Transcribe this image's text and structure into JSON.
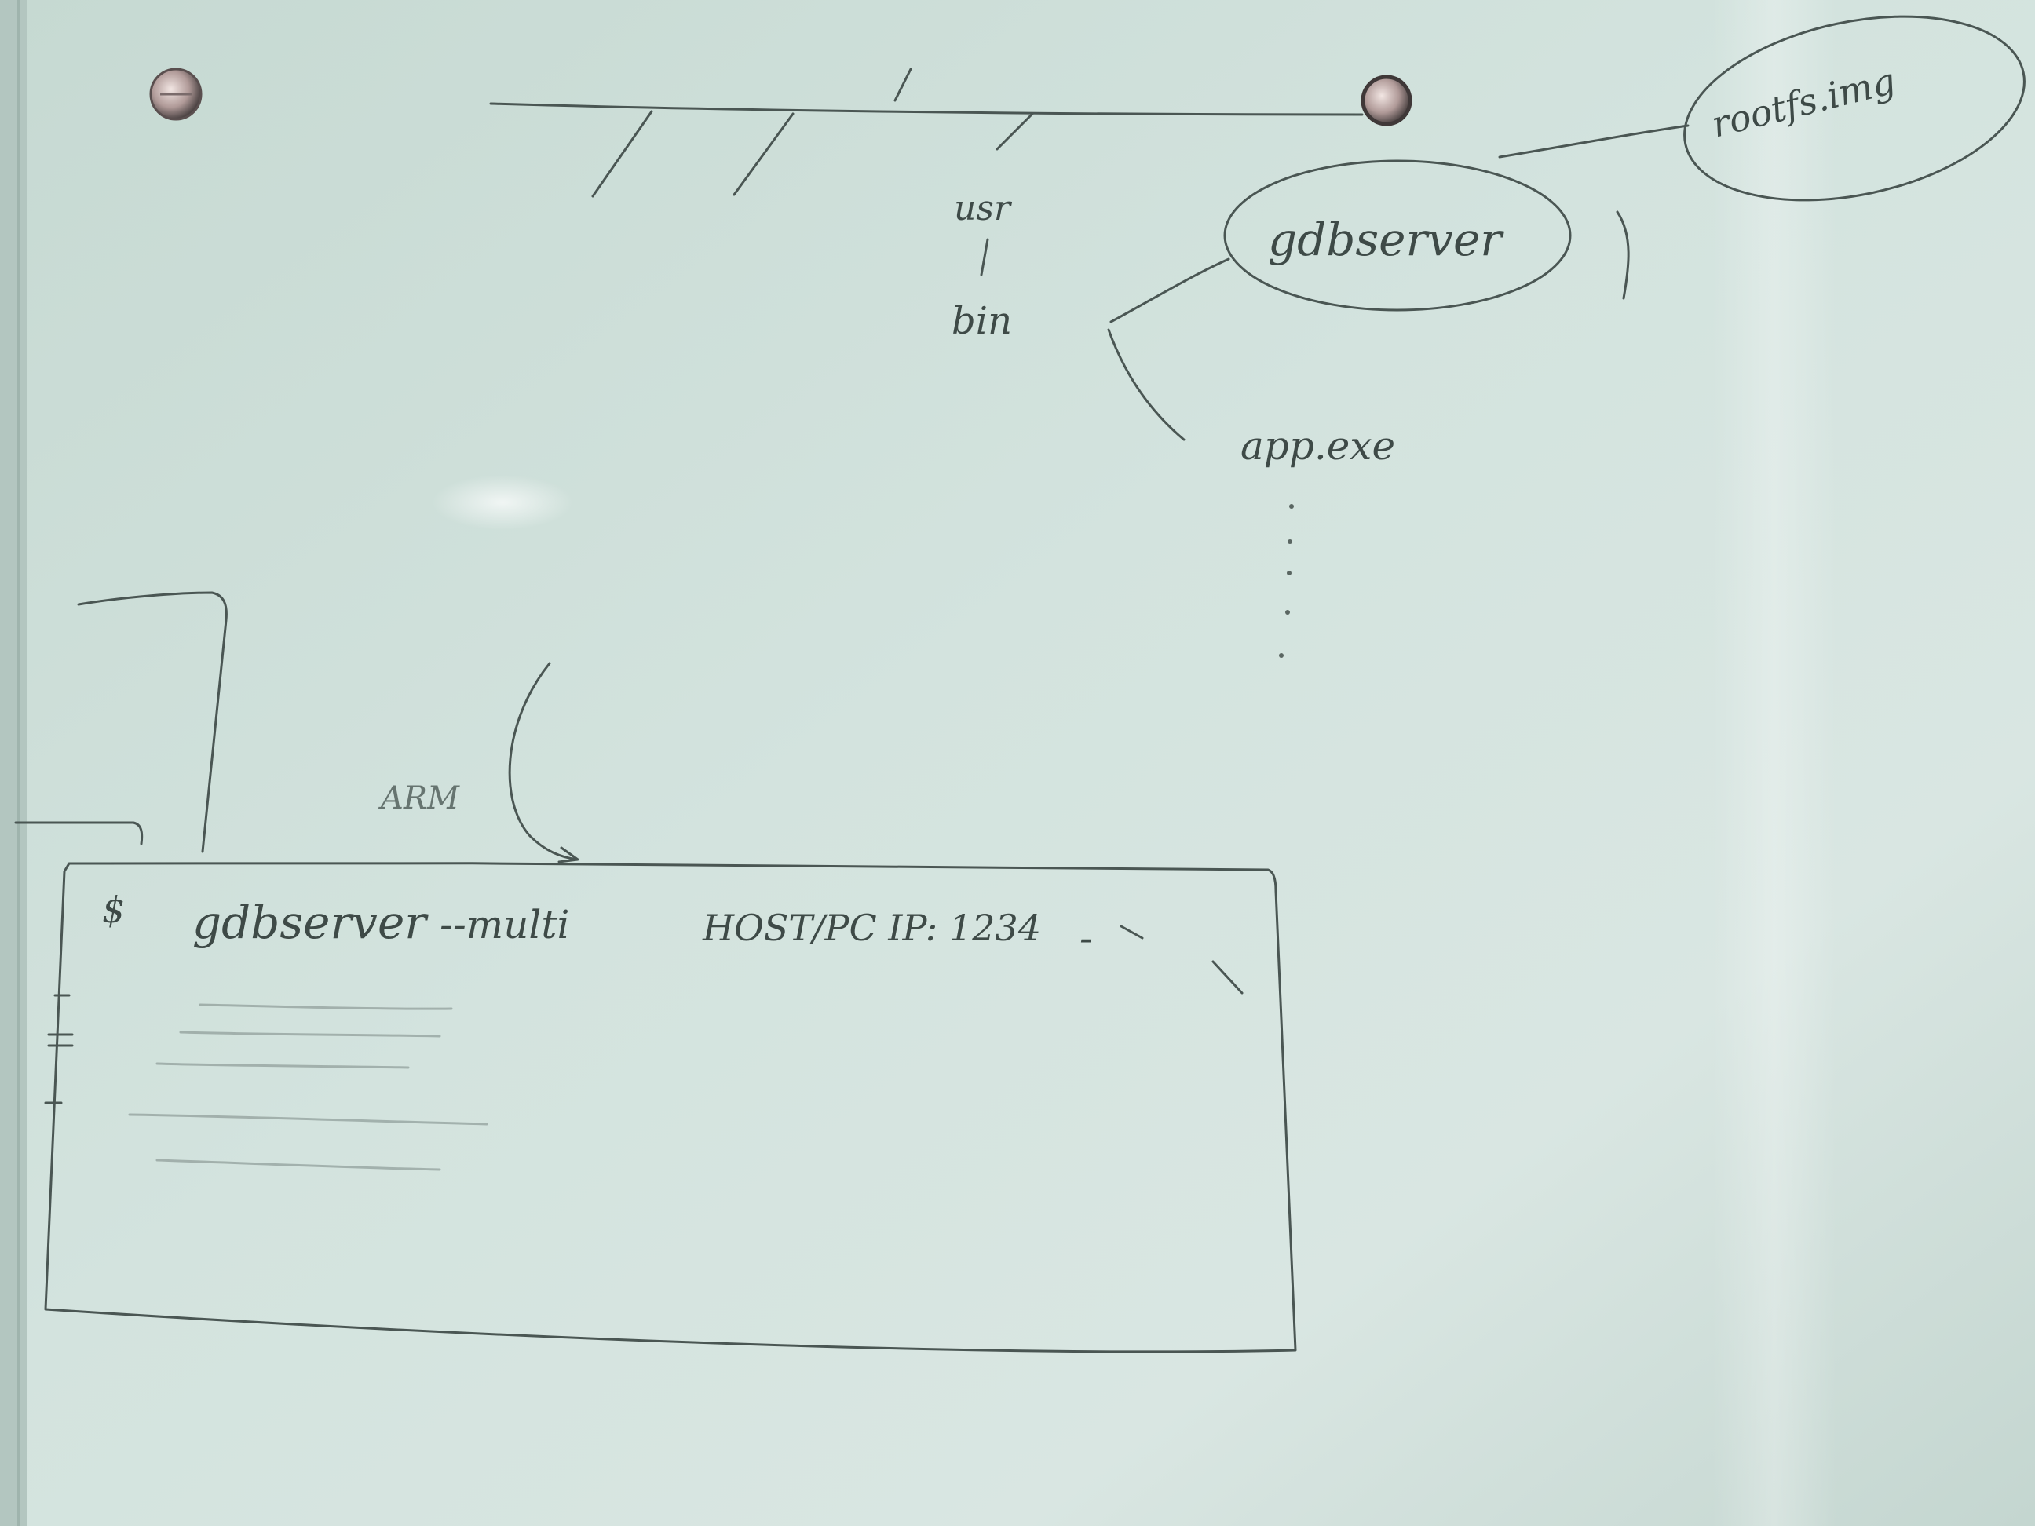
{
  "whiteboard": {
    "file_bubble": "rootfs.img",
    "server_bubble": "gdbserver",
    "dir_usr": "usr",
    "dir_bin": "bin",
    "app_file": "app.exe",
    "arch_label": "ARM",
    "command": {
      "prompt": "$",
      "binary": "gdbserver",
      "flag": "--multi",
      "target": "HOST/PC IP: 1234",
      "trailing": "-"
    }
  },
  "colors": {
    "board": "#c9ddd6",
    "ink": "#4a5653",
    "frame": "#b8c9c3"
  }
}
